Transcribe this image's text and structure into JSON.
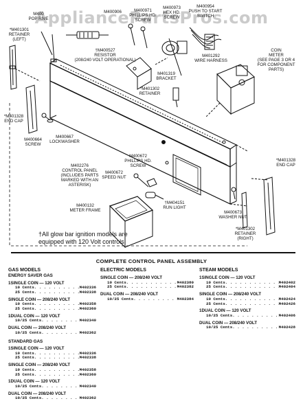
{
  "watermark": "AppliancePartsPros.com",
  "callouts": {
    "m401301": [
      "*M401301",
      "RETAINER",
      "(Left)"
    ],
    "m400xx": [
      "M400",
      "POP RIVE"
    ],
    "m400906": [
      "M400906"
    ],
    "m400971": [
      "M400971",
      "PHILLIPS HD.",
      "SCREW"
    ],
    "m400973": [
      "M400973",
      "HEX HD.",
      "SCREW"
    ],
    "m400954": [
      "M400954",
      "PUSH TO START",
      "SWITCH"
    ],
    "m400527": [
      "†M400527",
      "RESISTOR",
      "(208/240 Volt operational)"
    ],
    "m401292": [
      "M401292",
      "WIRE HARNESS"
    ],
    "coin_meter": [
      "COIN",
      "METER",
      "(See page 3 or 4",
      "for component",
      "parts)"
    ],
    "m401319": [
      "M401319",
      "BRACKET"
    ],
    "m401302_top": [
      "*M401302",
      "RETAINER"
    ],
    "m401328_left": [
      "*M401328",
      "END CAP"
    ],
    "m400664": [
      "M400664",
      "SCREW"
    ],
    "m400667": [
      "M400667",
      "LOCKWASHER"
    ],
    "m402276": [
      "M402276",
      "CONTROL PANEL",
      "(Includes parts",
      "marked with an",
      "asterisk)"
    ],
    "m400672_screw": [
      "M400672",
      "PHILLIPS HD.",
      "SCREW"
    ],
    "m400672_nut": [
      "M400672",
      "SPEED NUT"
    ],
    "m401328_right": [
      "*M401328",
      "END CAP"
    ],
    "m400132": [
      "M400132",
      "METER FRAME"
    ],
    "m404151": [
      "†M404151",
      "RUN LIGHT"
    ],
    "m400673": [
      "M400673",
      "WASHER NUT"
    ],
    "m401302_right": [
      "*M401302",
      "RETAINER",
      "(Right)"
    ]
  },
  "note_lines": [
    "†All glow bar ignition models are",
    "equipped with 120 Volt controls."
  ],
  "table": {
    "title": "COMPLETE CONTROL PANEL ASSEMBLY",
    "columns": [
      {
        "header": "GAS MODELS",
        "sections": [
          {
            "subheader": "ENERGY SAVER GAS",
            "groups": [
              {
                "title": "1SINGLE COIN — 120 VOLT",
                "rows": [
                  [
                    "10 Cents",
                    "M402336"
                  ],
                  [
                    "25 Cents",
                    "M402338"
                  ]
                ]
              },
              {
                "title": "SINGLE COIN — 208/240 VOLT",
                "rows": [
                  [
                    "10 Cents",
                    "M402358"
                  ],
                  [
                    "25 Cents",
                    "M402360"
                  ]
                ]
              },
              {
                "title": "1DUAL COIN — 120 VOLT",
                "rows": [
                  [
                    "10/25 Cents",
                    "M402340"
                  ]
                ]
              },
              {
                "title": "DUAL COIN — 208/240 VOLT",
                "rows": [
                  [
                    "10/25 Cents",
                    "M402362"
                  ]
                ]
              }
            ]
          },
          {
            "subheader": "STANDARD GAS",
            "groups": [
              {
                "title": "1SINGLE COIN — 120 VOLT",
                "rows": [
                  [
                    "10 Cents",
                    "M402336"
                  ],
                  [
                    "25 Cents",
                    "M402338"
                  ]
                ]
              },
              {
                "title": "SINGLE COIN — 208/240 VOLT",
                "rows": [
                  [
                    "10 Cents",
                    "M402358"
                  ],
                  [
                    "25 Cents",
                    "M402360"
                  ]
                ]
              },
              {
                "title": "1DUAL COIN — 120 VOLT",
                "rows": [
                  [
                    "10/25 Cents",
                    "M402340"
                  ]
                ]
              },
              {
                "title": "DUAL COIN — 208/240 VOLT",
                "rows": [
                  [
                    "10/25 Cents",
                    "M402362"
                  ]
                ]
              }
            ]
          }
        ]
      },
      {
        "header": "ELECTRIC MODELS",
        "sections": [
          {
            "subheader": "",
            "groups": [
              {
                "title": "SINGLE COIN — 208/240 VOLT",
                "rows": [
                  [
                    "10 Cents",
                    "M402380"
                  ],
                  [
                    "25 Cents",
                    "M402382"
                  ]
                ]
              },
              {
                "title": "DUAL COIN — 208/240 VOLT",
                "rows": [
                  [
                    "10/25 Cents",
                    "M402384"
                  ]
                ]
              }
            ]
          }
        ]
      },
      {
        "header": "STEAM MODELS",
        "sections": [
          {
            "subheader": "",
            "groups": [
              {
                "title": "1SINGLE COIN — 120 VOLT",
                "rows": [
                  [
                    "10 Cents",
                    "M402402"
                  ],
                  [
                    "25 Cents",
                    "M402404"
                  ]
                ]
              },
              {
                "title": "SINGLE COIN — 208/240 VOLT",
                "rows": [
                  [
                    "10 Cents",
                    "M402424"
                  ],
                  [
                    "25 Cents",
                    "M402426"
                  ]
                ]
              },
              {
                "title": "1DUAL COIN — 120 VOLT",
                "rows": [
                  [
                    "10/25 Cents",
                    "M402406"
                  ]
                ]
              },
              {
                "title": "DUAL COIN — 208/240 VOLT",
                "rows": [
                  [
                    "10/25 Cents",
                    "M402428"
                  ]
                ]
              }
            ]
          }
        ]
      }
    ]
  }
}
